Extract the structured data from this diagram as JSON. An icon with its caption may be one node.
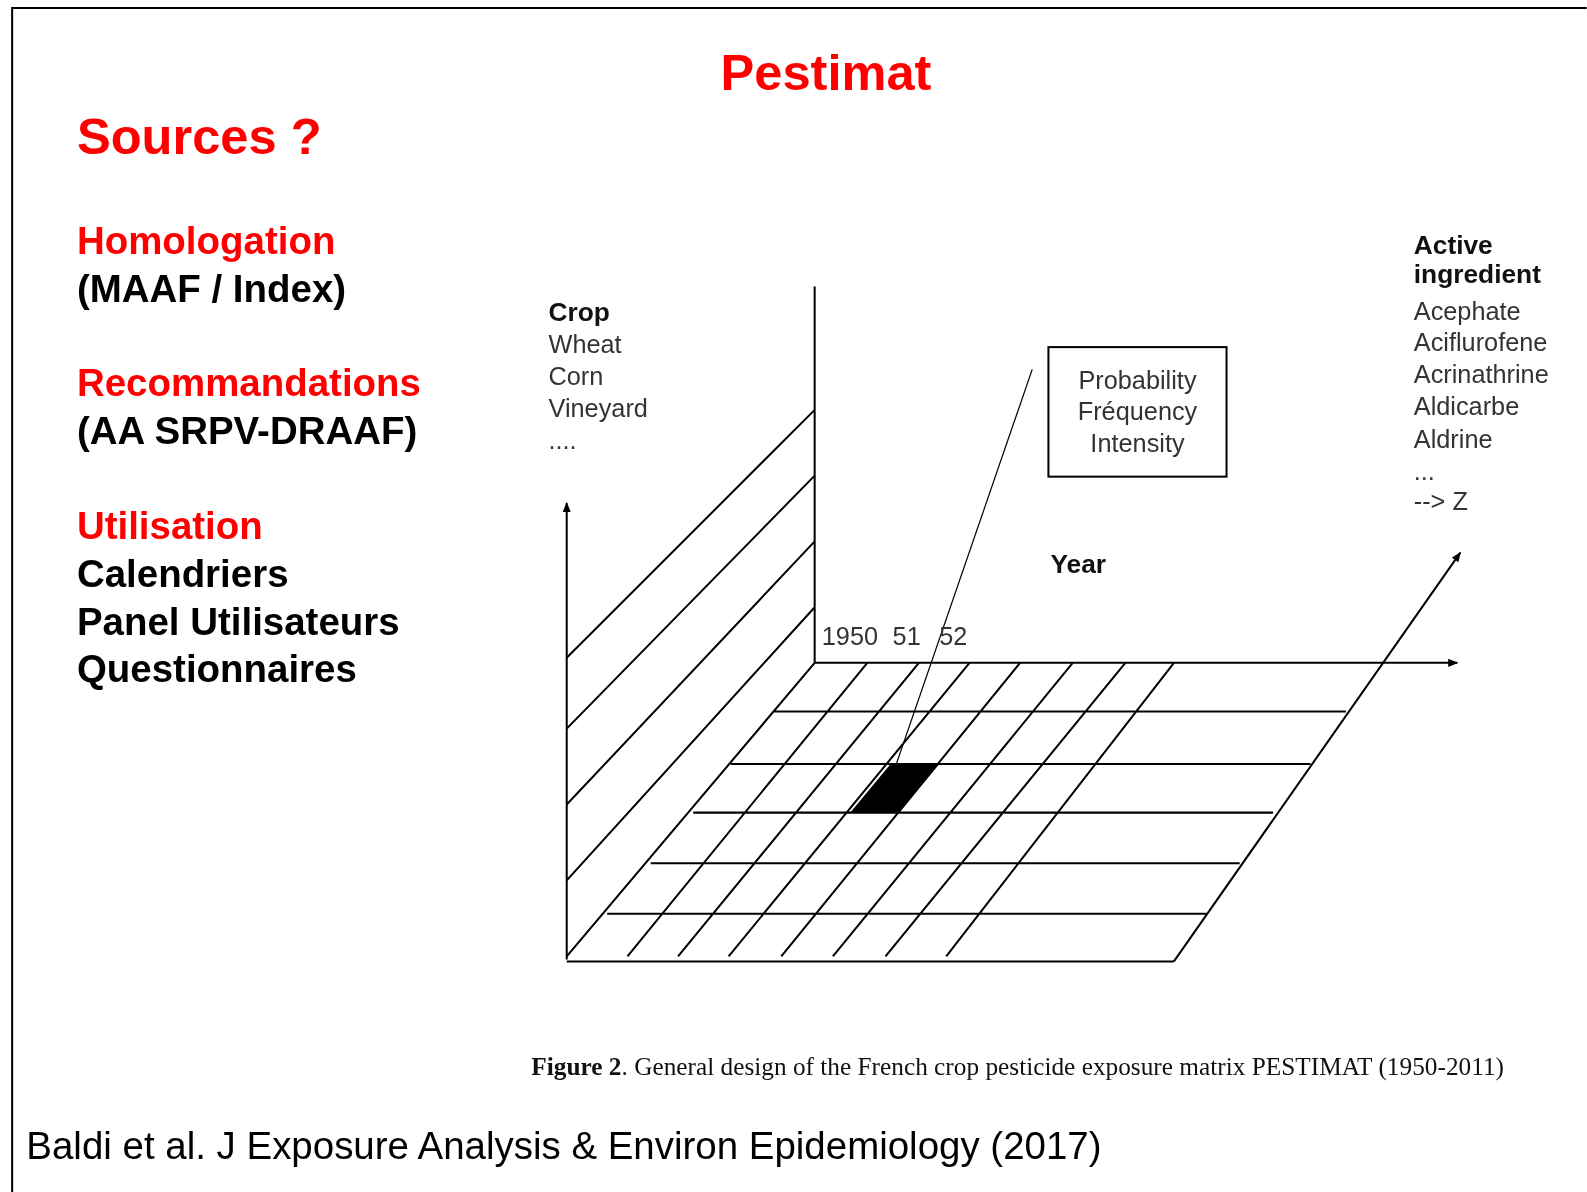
{
  "diagram": {
    "title": "Pestimat",
    "caption": "**Figure 2**. General design of the French crop pesticide exposure matrix PESTIMAT (1950-2011)",
    "nodes": [
      {
        "text": [
          "Probability Fréquency Intensity"
        ]
      },
      {
        "text": [],
        "shape": "box"
      }
    ],
    "edges": [
      {
        "from": 0,
        "to": 1,
        "arrow": "none"
      }
    ],
    "labels": [
      "Sources ?",
      "Homologation",
      "(MAAF / Index)",
      "Recommandations",
      "(AA SRPV-DRAAF)",
      "Utilisation",
      "Calendriers",
      "Panel Utilisateurs",
      "Questionnaires",
      "Crop",
      "Wheat",
      "Corn",
      "Vineyard",
      "....",
      "Active ingredient",
      "Acephate",
      "Aciflurofene",
      "Acrinathrine",
      "Aldicarbe",
      "Aldrine",
      "...",
      "--> Z",
      "Year",
      "1950",
      "51",
      "52",
      "Baldi et al. J Exposure Analysis & Environ Epidemiology (2017)"
    ]
  }
}
